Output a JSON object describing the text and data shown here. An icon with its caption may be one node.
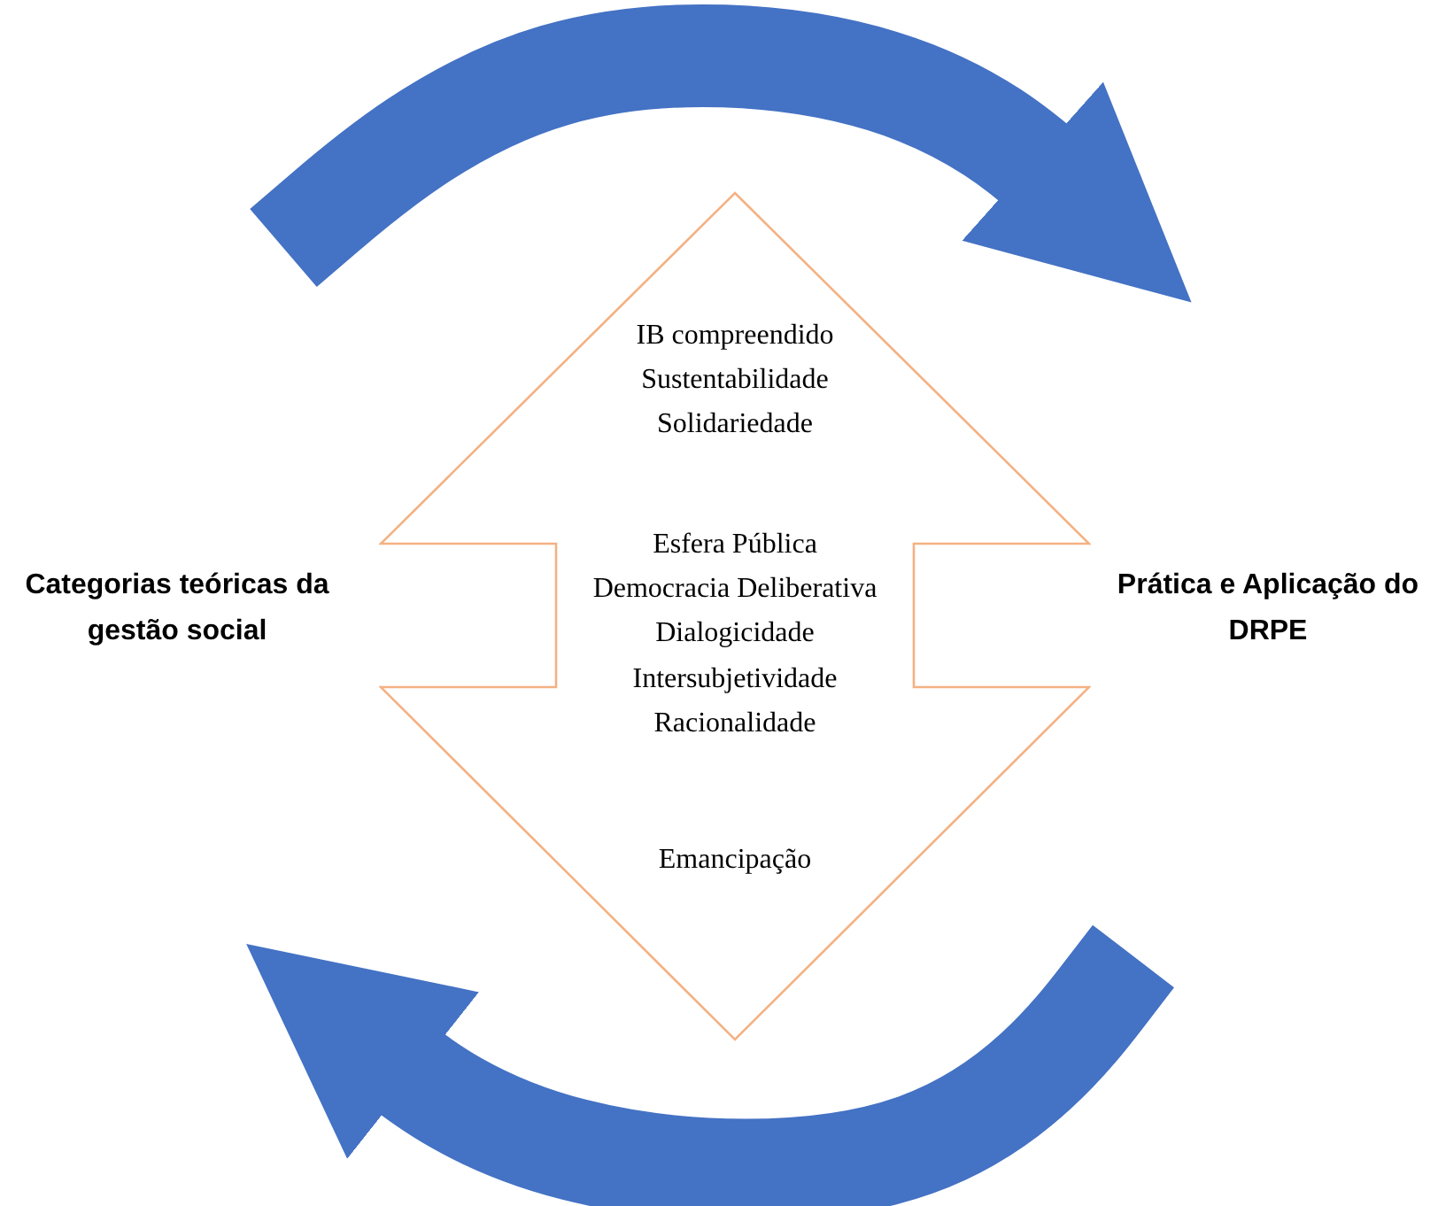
{
  "diagram": {
    "nodes": [
      {
        "text": [
          "Categorias teóricas da gestão social"
        ]
      },
      {
        "text": [
          "Prática e Aplicação do DRPE"
        ]
      },
      {
        "text": [
          "IB compreendido",
          "Sustentabilidade",
          "Solidariedade",
          "Esfera Pública",
          "Democracia Deliberativa",
          "Dialogicidade",
          "Intersubjetividade",
          "Racionalidade",
          "Emancipação"
        ]
      }
    ]
  }
}
